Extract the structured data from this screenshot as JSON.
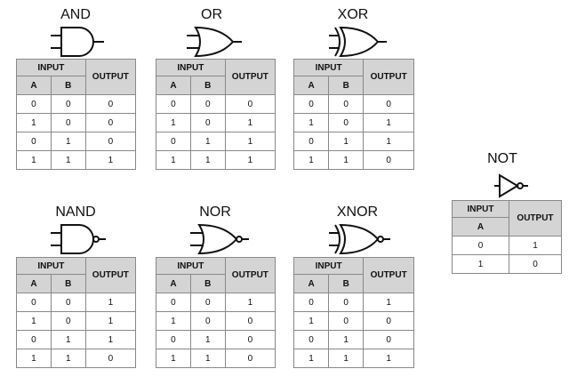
{
  "headers": {
    "input": "INPUT",
    "output": "OUTPUT"
  },
  "gates": [
    {
      "id": "and",
      "title": "AND",
      "inputs": [
        "A",
        "B"
      ],
      "rows": [
        [
          "0",
          "0",
          "0"
        ],
        [
          "1",
          "0",
          "0"
        ],
        [
          "0",
          "1",
          "0"
        ],
        [
          "1",
          "1",
          "1"
        ]
      ]
    },
    {
      "id": "or",
      "title": "OR",
      "inputs": [
        "A",
        "B"
      ],
      "rows": [
        [
          "0",
          "0",
          "0"
        ],
        [
          "1",
          "0",
          "1"
        ],
        [
          "0",
          "1",
          "1"
        ],
        [
          "1",
          "1",
          "1"
        ]
      ]
    },
    {
      "id": "xor",
      "title": "XOR",
      "inputs": [
        "A",
        "B"
      ],
      "rows": [
        [
          "0",
          "0",
          "0"
        ],
        [
          "1",
          "0",
          "1"
        ],
        [
          "0",
          "1",
          "1"
        ],
        [
          "1",
          "1",
          "0"
        ]
      ]
    },
    {
      "id": "nand",
      "title": "NAND",
      "inputs": [
        "A",
        "B"
      ],
      "rows": [
        [
          "0",
          "0",
          "1"
        ],
        [
          "1",
          "0",
          "1"
        ],
        [
          "0",
          "1",
          "1"
        ],
        [
          "1",
          "1",
          "0"
        ]
      ]
    },
    {
      "id": "nor",
      "title": "NOR",
      "inputs": [
        "A",
        "B"
      ],
      "rows": [
        [
          "0",
          "0",
          "1"
        ],
        [
          "1",
          "0",
          "0"
        ],
        [
          "0",
          "1",
          "0"
        ],
        [
          "1",
          "1",
          "0"
        ]
      ]
    },
    {
      "id": "xnor",
      "title": "XNOR",
      "inputs": [
        "A",
        "B"
      ],
      "rows": [
        [
          "0",
          "0",
          "1"
        ],
        [
          "1",
          "0",
          "0"
        ],
        [
          "0",
          "1",
          "0"
        ],
        [
          "1",
          "1",
          "1"
        ]
      ]
    },
    {
      "id": "not",
      "title": "NOT",
      "inputs": [
        "A"
      ],
      "rows": [
        [
          "0",
          "1"
        ],
        [
          "1",
          "0"
        ]
      ]
    }
  ]
}
